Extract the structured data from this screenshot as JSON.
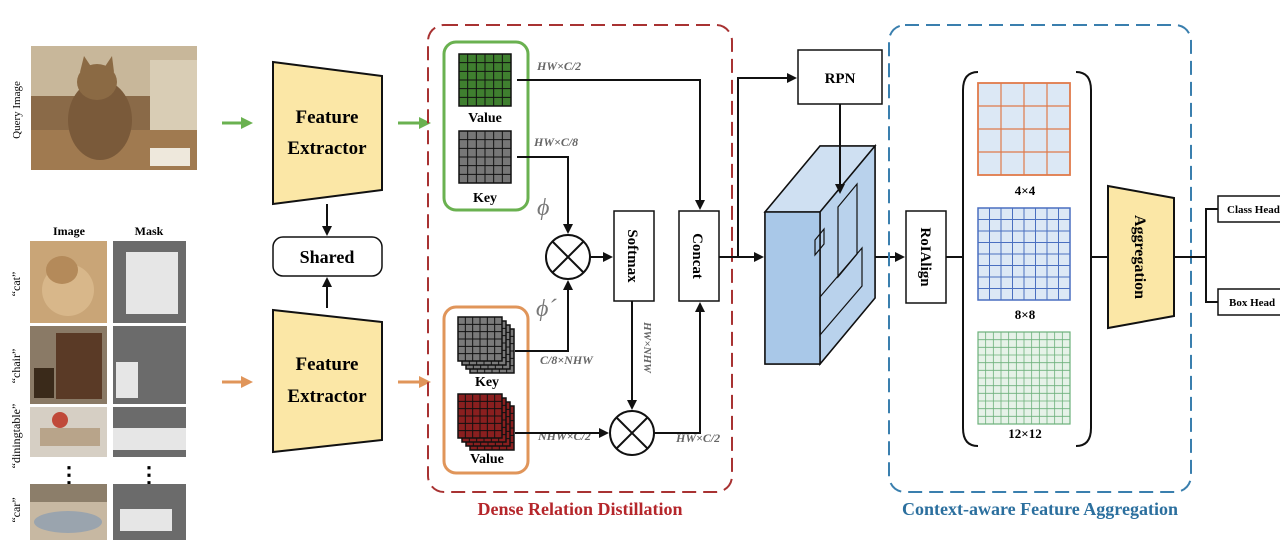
{
  "left_panel": {
    "query_image_label": "Query Image",
    "column_image": "Image",
    "column_mask": "Mask",
    "rows": [
      {
        "class_label": "“cat”"
      },
      {
        "class_label": "“chair”"
      },
      {
        "class_label": "“diningtable”"
      },
      {
        "class_label": "“car”"
      }
    ],
    "ellipsis": "⋮"
  },
  "extractor": {
    "top_line1": "Feature",
    "top_line2": "Extractor",
    "bottom_line1": "Feature",
    "bottom_line2": "Extractor",
    "shared": "Shared"
  },
  "drd": {
    "title": "Dense Relation Distillation",
    "query_value": "Value",
    "query_key": "Key",
    "support_key": "Key",
    "support_value": "Value",
    "phi": "ϕ",
    "phi_prime": "ϕ´",
    "softmax": "Softmax",
    "concat": "Concat",
    "dims": {
      "value_q": "HW×C/2",
      "key_q": "HW×C/8",
      "key_s": "C/8×NHW",
      "value_s": "NHW×C/2",
      "softmax_out": "HW×NHW",
      "out": "HW×C/2"
    }
  },
  "rpn": "RPN",
  "roialign": "RoIAlign",
  "cfa": {
    "title": "Context-aware Feature Aggregation",
    "grid_4": "4×4",
    "grid_8": "8×8",
    "grid_12": "12×12",
    "aggregation": "Aggregation",
    "class_head": "Class Head",
    "box_head": "Box Head"
  },
  "colors": {
    "green": "#6ab150",
    "orange": "#e0955a",
    "red_dash": "#a83232",
    "blue_dash": "#3a7fae",
    "drd_title": "#b5262b",
    "cfa_title": "#2b6f9e",
    "extractor_fill": "#fbe7a6",
    "grid4": "#e07a4a",
    "grid8": "#4a6fc0",
    "grid12": "#6cb07a"
  }
}
